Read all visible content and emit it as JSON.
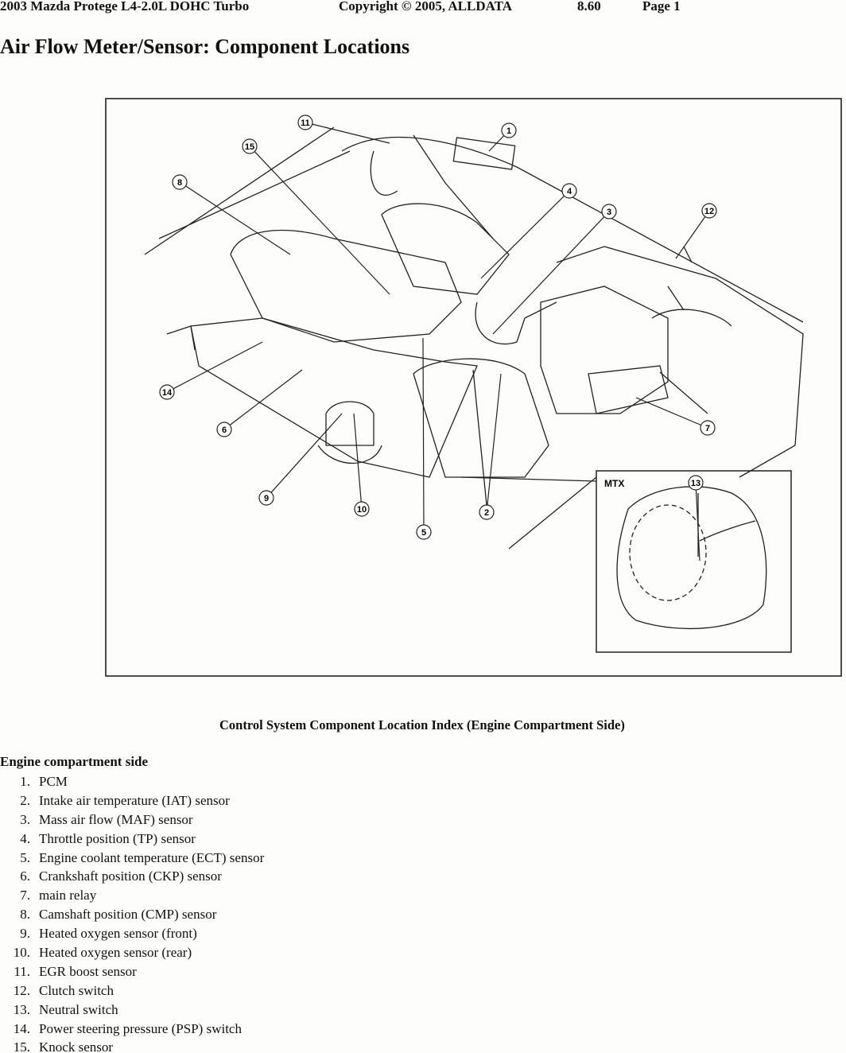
{
  "header": {
    "vehicle": "2003 Mazda Protege L4-2.0L DOHC Turbo",
    "copyright": "Copyright © 2005, ALLDATA",
    "version": "8.60",
    "page": "Page 1"
  },
  "title": "Air Flow Meter/Sensor: Component Locations",
  "diagram": {
    "inset_label": "MTX",
    "callouts": [
      "1",
      "2",
      "3",
      "4",
      "5",
      "6",
      "7",
      "8",
      "9",
      "10",
      "11",
      "12",
      "13",
      "14",
      "15"
    ]
  },
  "caption": "Control System Component Location Index (Engine Compartment Side)",
  "list": {
    "heading": "Engine compartment side",
    "items": [
      {
        "num": "1.",
        "label": "PCM"
      },
      {
        "num": "2.",
        "label": "Intake air temperature (IAT) sensor"
      },
      {
        "num": "3.",
        "label": "Mass air flow (MAF) sensor"
      },
      {
        "num": "4.",
        "label": "Throttle position (TP) sensor"
      },
      {
        "num": "5.",
        "label": "Engine coolant temperature (ECT) sensor"
      },
      {
        "num": "6.",
        "label": "Crankshaft position (CKP) sensor"
      },
      {
        "num": "7.",
        "label": "main relay"
      },
      {
        "num": "8.",
        "label": "Camshaft position (CMP) sensor"
      },
      {
        "num": "9.",
        "label": "Heated oxygen sensor (front)"
      },
      {
        "num": "10.",
        "label": "Heated oxygen sensor (rear)"
      },
      {
        "num": "11.",
        "label": "EGR boost sensor"
      },
      {
        "num": "12.",
        "label": "Clutch switch"
      },
      {
        "num": "13.",
        "label": "Neutral switch"
      },
      {
        "num": "14.",
        "label": "Power steering pressure (PSP) switch"
      },
      {
        "num": "15.",
        "label": "Knock sensor"
      }
    ]
  }
}
